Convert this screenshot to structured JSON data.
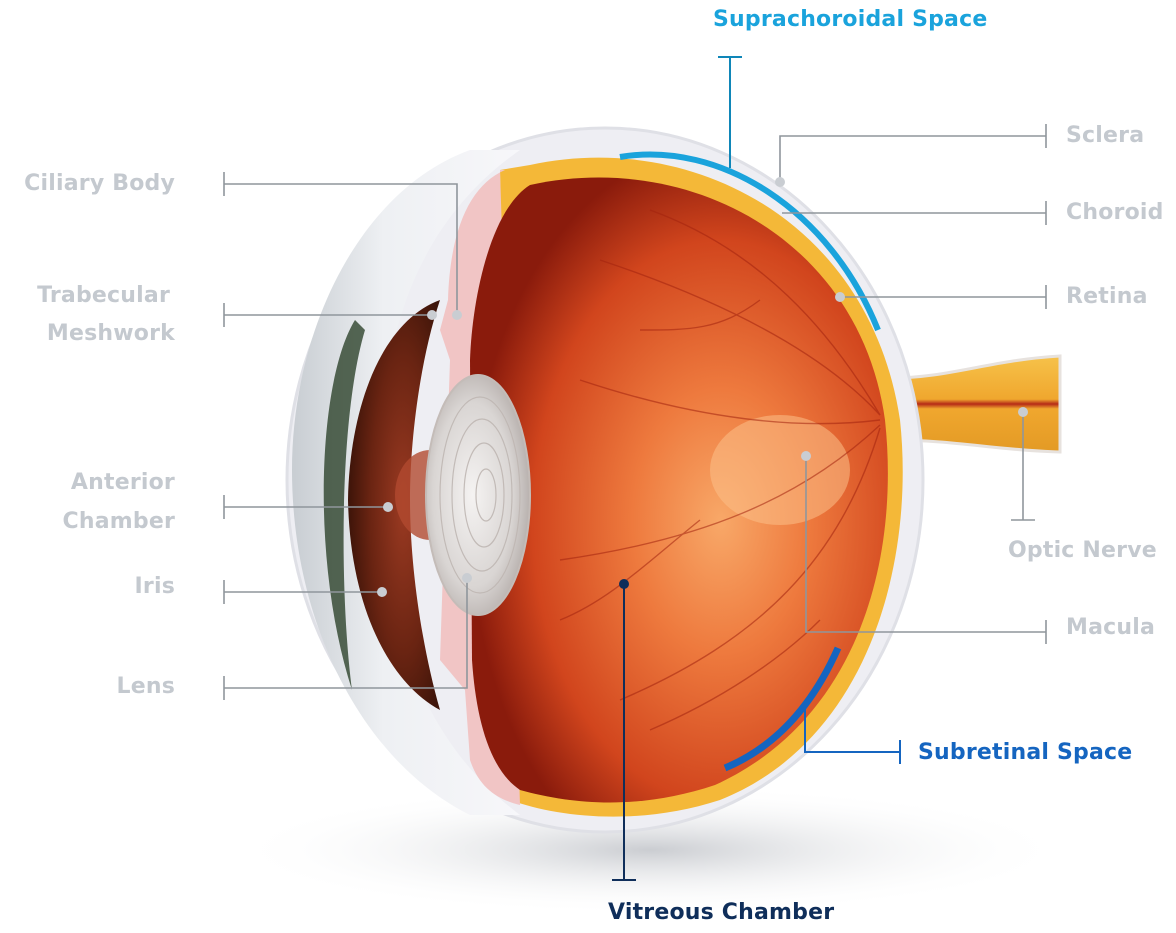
{
  "colors": {
    "label_gray": "#c4c9cf",
    "leader_gray": "#8f969c",
    "suprachoroidal": "#1aa3dc",
    "subretinal": "#1565c0",
    "vitreous": "#0f2e5a",
    "sclera": "#eeeef3",
    "choroid": "#f4b838",
    "retina_red": "#cc3a1a",
    "vitreous_glow": "#f59a57"
  },
  "labels": {
    "suprachoroidal_space": "Suprachoroidal Space",
    "sclera": "Sclera",
    "choroid": "Choroid",
    "retina": "Retina",
    "ciliary_body": "Ciliary Body",
    "trabecular_meshwork_1": "Trabecular",
    "trabecular_meshwork_2": "Meshwork",
    "anterior_chamber_1": "Anterior",
    "anterior_chamber_2": "Chamber",
    "iris": "Iris",
    "lens": "Lens",
    "optic_nerve": "Optic Nerve",
    "macula": "Macula",
    "subretinal_space": "Subretinal Space",
    "vitreous_chamber": "Vitreous Chamber"
  }
}
